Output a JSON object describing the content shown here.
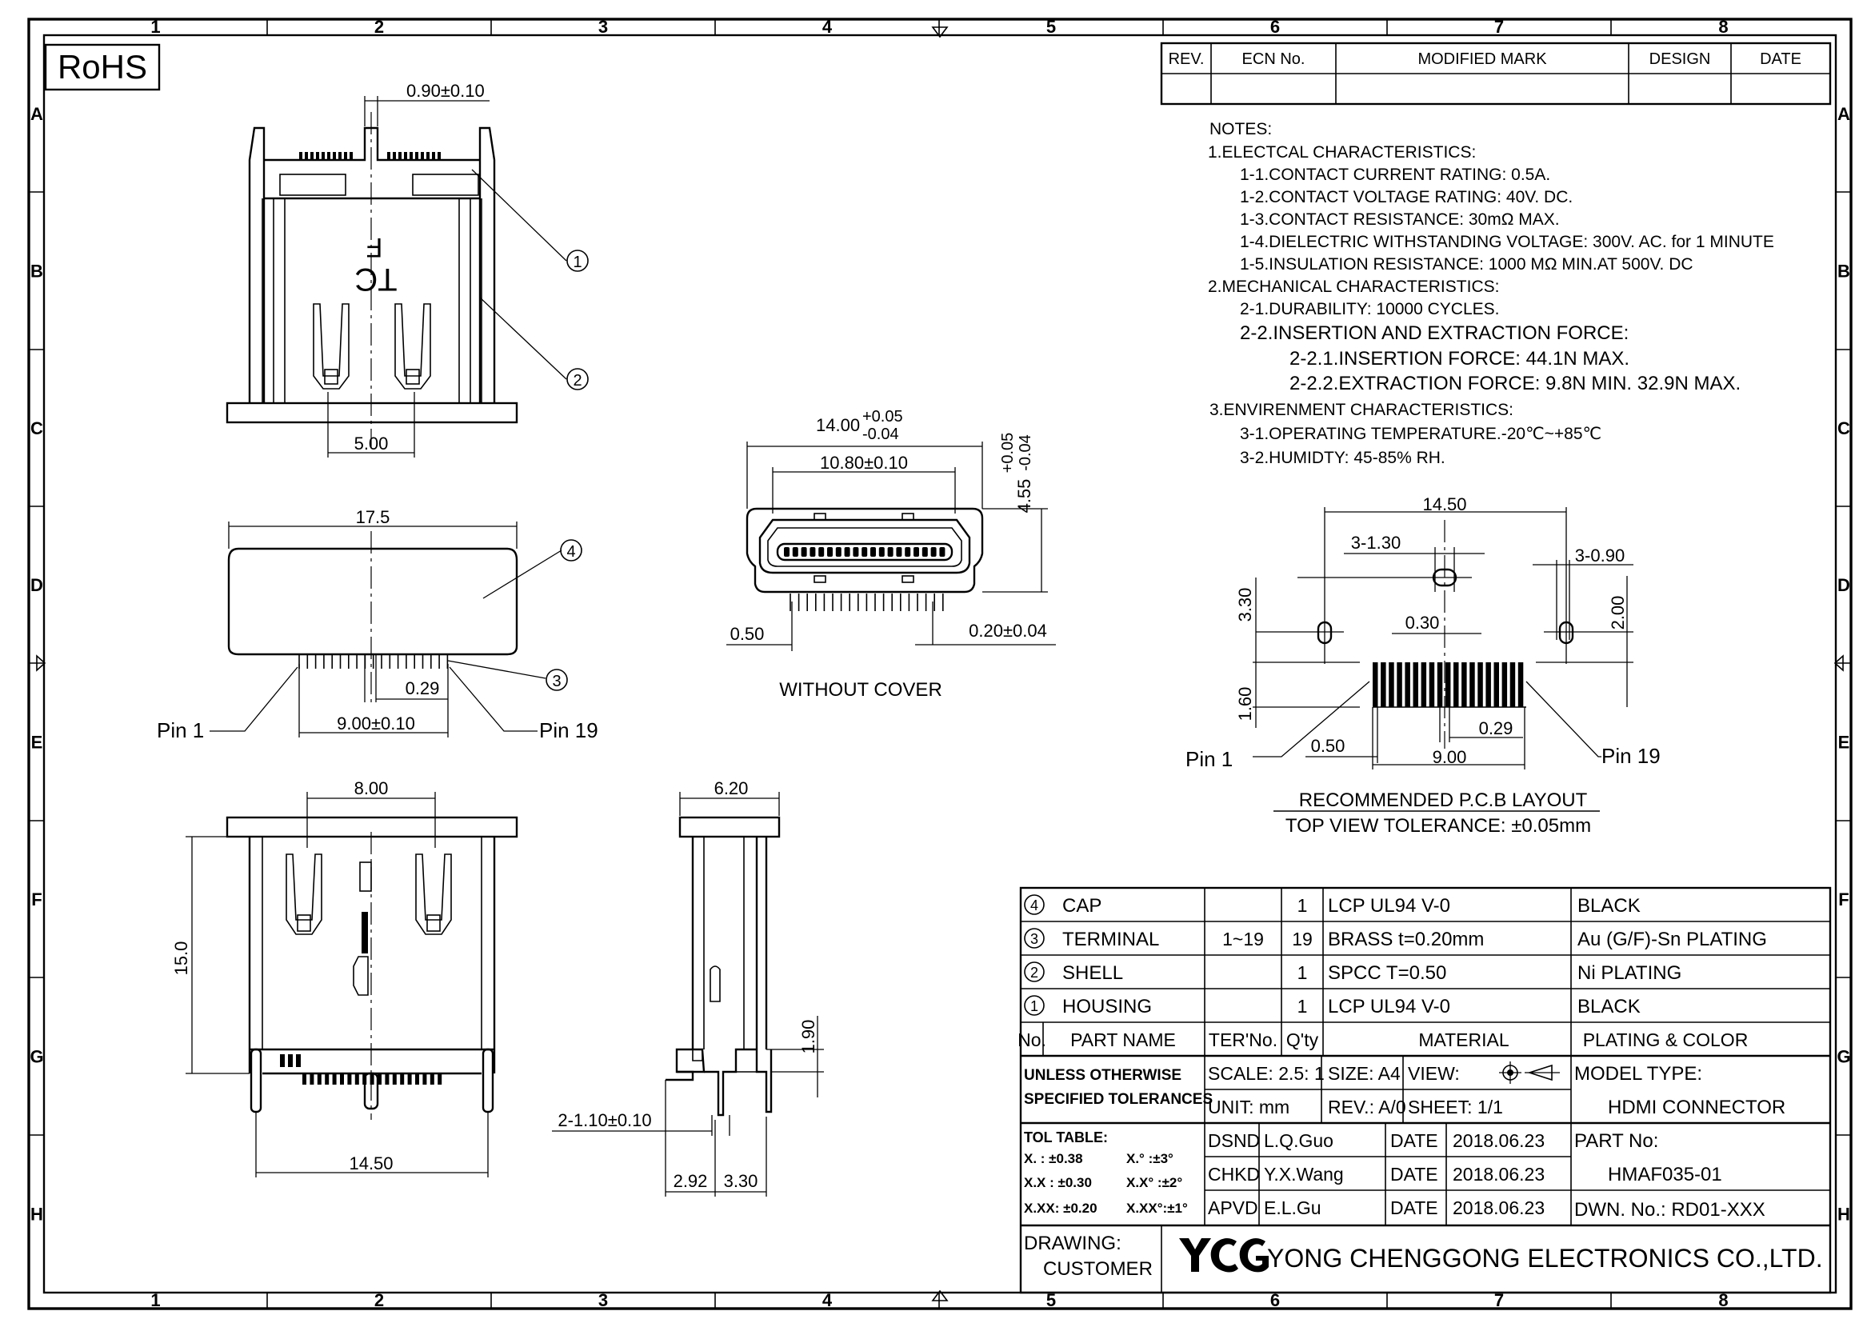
{
  "frame": {
    "columns": [
      "1",
      "2",
      "3",
      "4",
      "5",
      "6",
      "7",
      "8"
    ],
    "rows": [
      "A",
      "B",
      "C",
      "D",
      "E",
      "F",
      "G",
      "H"
    ]
  },
  "rohs_label": "RoHS",
  "revision_table": {
    "headers": [
      "REV.",
      "ECN No.",
      "MODIFIED MARK",
      "DESIGN",
      "DATE"
    ]
  },
  "notes": [
    "NOTES:",
    "1.ELECTCAL CHARACTERISTICS:",
    "1-1.CONTACT CURRENT RATING:   0.5A.",
    "1-2.CONTACT VOLTAGE RATING:  40V. DC.",
    "1-3.CONTACT RESISTANCE:  30mΩ MAX.",
    "1-4.DIELECTRIC WITHSTANDING VOLTAGE:  300V. AC. for 1 MINUTE",
    "1-5.INSULATION RESISTANCE:  1000 MΩ MIN.AT 500V. DC",
    "2.MECHANICAL CHARACTERISTICS:",
    "2-1.DURABILITY:  10000 CYCLES.",
    "2-2.INSERTION  AND  EXTRACTION  FORCE:",
    "2-2.1.INSERTION  FORCE:      44.1N  MAX.",
    "2-2.2.EXTRACTION  FORCE:  9.8N  MIN.  32.9N  MAX.",
    "3.ENVIRENMENT CHARACTERISTICS:",
    "3-1.OPERATING  TEMPERATURE.-20℃~+85℃",
    "3-2.HUMIDTY: 45-85% RH."
  ],
  "top_view": {
    "dim_top": "0.90±0.10",
    "dim_bottom": "5.00",
    "callouts": [
      "1",
      "2"
    ]
  },
  "side_view": {
    "dim_width": "17.5",
    "dim_pitch": "0.29",
    "dim_span": "9.00±0.10",
    "pin_first": "Pin  1",
    "pin_last": "Pin  19",
    "callouts": [
      "4",
      "3"
    ]
  },
  "front_view": {
    "dim_outer": "14.00",
    "tol_plus": "+0.05",
    "tol_minus": "-0.04",
    "dim_inner": "10.80±0.10",
    "dim_height": "4.55",
    "dim_pin_offset": "0.50",
    "dim_pin_thick": "0.20±0.04",
    "caption": "WITHOUT  COVER"
  },
  "bottom_view": {
    "dim_top": "8.00",
    "dim_height": "15.0",
    "dim_bottom": "14.50"
  },
  "profile_view": {
    "dim_top": "6.20",
    "dim_leg": "1.90",
    "dim_holes": "2-1.10±0.10",
    "dim_a": "2.92",
    "dim_b": "3.30"
  },
  "pcb_layout": {
    "dim_width": "14.50",
    "dim_hole1": "3-1.30",
    "dim_hole2": "3-0.90",
    "dim_h1": "3.30",
    "dim_h2": "2.00",
    "dim_pitch_top": "0.30",
    "dim_h3": "1.60",
    "dim_offset": "0.50",
    "dim_pitch": "0.29",
    "dim_span": "9.00",
    "pin_first": "Pin  1",
    "pin_last": "Pin  19",
    "caption": "RECOMMENDED  P.C.B  LAYOUT",
    "tolerance": "TOP  VIEW  TOLERANCE: ±0.05mm"
  },
  "bom": [
    {
      "no": "4",
      "name": "CAP",
      "ter": "",
      "qty": "1",
      "material": "LCP  UL94  V-0",
      "finish": "BLACK"
    },
    {
      "no": "3",
      "name": "TERMINAL",
      "ter": "1~19",
      "qty": "19",
      "material": "BRASS  t=0.20mm",
      "finish": "Au  (G/F)-Sn  PLATING"
    },
    {
      "no": "2",
      "name": "SHELL",
      "ter": "",
      "qty": "1",
      "material": "SPCC  T=0.50",
      "finish": "Ni  PLATING"
    },
    {
      "no": "1",
      "name": "HOUSING",
      "ter": "",
      "qty": "1",
      "material": "LCP  UL94  V-0",
      "finish": "BLACK"
    }
  ],
  "bom_header": {
    "no": "No.",
    "name": "PART  NAME",
    "ter": "TER'No.",
    "qty": "Q'ty",
    "material": "MATERIAL",
    "finish": "PLATING  &  COLOR"
  },
  "title_block": {
    "unless1": "UNLESS  OTHERWISE",
    "unless2": "SPECIFIED  TOLERANCES",
    "scale": "SCALE: 2.5: 1",
    "size": "SIZE:   A4",
    "view": "VIEW:",
    "model_type_label": "MODEL  TYPE:",
    "unit": "UNIT:   mm",
    "rev": "REV.:   A/0",
    "sheet": "SHEET:  1/1",
    "model_type": "HDMI  CONNECTOR",
    "tol_title": "TOL  TABLE:",
    "tol_rows": [
      [
        "X.   :  ±0.38",
        "X.°   :±3°"
      ],
      [
        "X.X  :  ±0.30",
        "X.X°  :±2°"
      ],
      [
        "X.XX:  ±0.20",
        "X.XX°:±1°"
      ]
    ],
    "sign": [
      {
        "role": "DSND",
        "name": "L.Q.Guo",
        "date_label": "DATE",
        "date": "2018.06.23"
      },
      {
        "role": "CHKD",
        "name": "Y.X.Wang",
        "date_label": "DATE",
        "date": "2018.06.23"
      },
      {
        "role": "APVD",
        "name": "E.L.Gu",
        "date_label": "DATE",
        "date": "2018.06.23"
      }
    ],
    "part_no_label": "PART  No:",
    "part_no": "HMAF035-01",
    "dwn_no": "DWN.  No.:   RD01-XXX",
    "drawing_label": "DRAWING:",
    "customer_label": "CUSTOMER",
    "company": "YONG  CHENGGONG  ELECTRONICS  CO.,LTD.",
    "logo_text": "YCG"
  }
}
